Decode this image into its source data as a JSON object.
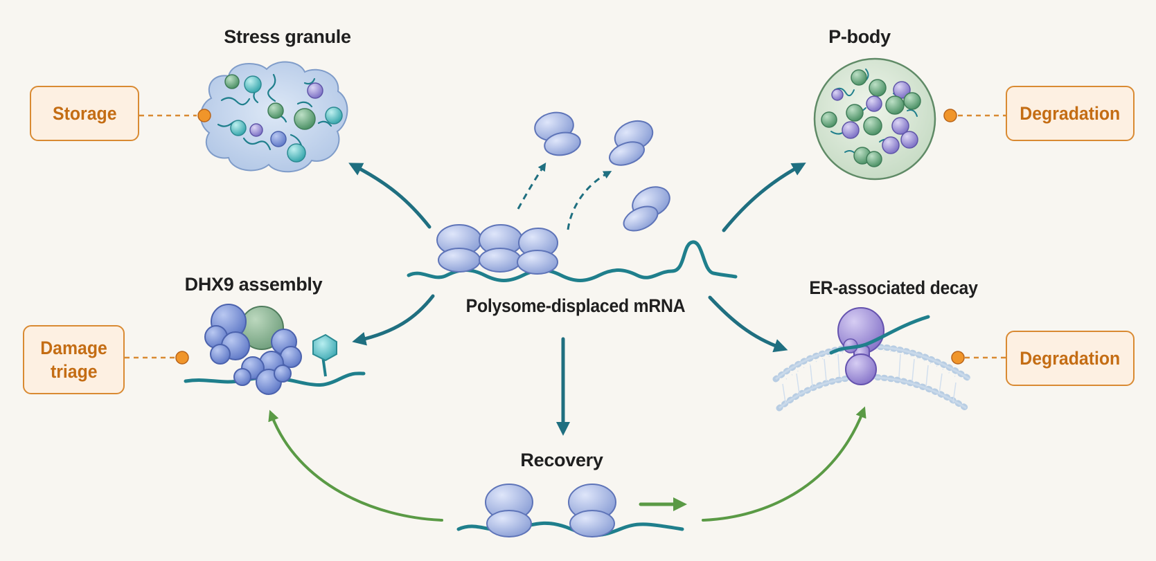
{
  "labels": {
    "stress_granule": "Stress granule",
    "p_body": "P-body",
    "dhx9_assembly": "DHX9 assembly",
    "polysome_mrna": "Polysome-displaced mRNA",
    "er_decay": "ER-associated decay",
    "recovery": "Recovery"
  },
  "outcomes": {
    "storage": "Storage",
    "degradation_top": "Degradation",
    "damage_triage_line1": "Damage",
    "damage_triage_line2": "triage",
    "degradation_bottom": "Degradation"
  },
  "colors": {
    "teal_arrow": "#1f6f80",
    "green_arrow": "#5a9a45",
    "outcome_orange": "#d98a32",
    "ribosome_blue": "#a9b8e2",
    "mrna_teal": "#1f7f8c"
  }
}
